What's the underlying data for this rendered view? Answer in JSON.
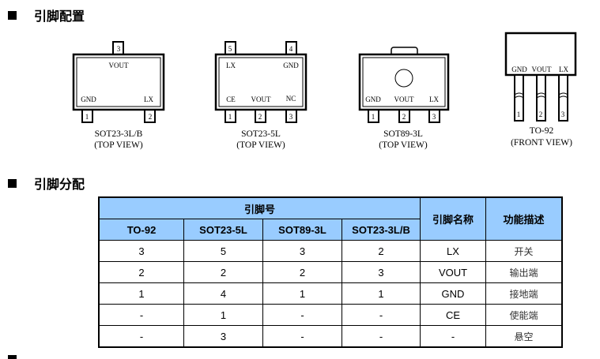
{
  "sections": {
    "pin_config": "引脚配置",
    "pin_assignment": "引脚分配"
  },
  "packages": {
    "sot23_3l": {
      "caption": "SOT23-3L/B",
      "view": "(TOP VIEW)",
      "labels": [
        "VOUT",
        "GND",
        "LX"
      ],
      "pins": [
        "3",
        "1",
        "2"
      ]
    },
    "sot23_5l": {
      "caption": "SOT23-5L",
      "view": "(TOP VIEW)",
      "labels": [
        "LX",
        "GND",
        "CE",
        "VOUT",
        "NC"
      ],
      "pins": [
        "5",
        "4",
        "1",
        "2",
        "3"
      ]
    },
    "sot89_3l": {
      "caption": "SOT89-3L",
      "view": "(TOP VIEW)",
      "labels": [
        "GND",
        "VOUT",
        "LX"
      ],
      "pins": [
        "1",
        "2",
        "3"
      ]
    },
    "to92": {
      "caption": "TO-92",
      "view": "(FRONT VIEW)",
      "labels": [
        "GND",
        "VOUT",
        "LX"
      ],
      "pins": [
        "1",
        "2",
        "3"
      ]
    }
  },
  "table": {
    "group_header": "引脚号",
    "headers": [
      "TO-92",
      "SOT23-5L",
      "SOT89-3L",
      "SOT23-3L/B"
    ],
    "name_header": "引脚名称",
    "func_header": "功能描述",
    "rows": [
      [
        "3",
        "5",
        "3",
        "2",
        "LX",
        "开关"
      ],
      [
        "2",
        "2",
        "2",
        "3",
        "VOUT",
        "输出端"
      ],
      [
        "1",
        "4",
        "1",
        "1",
        "GND",
        "接地端"
      ],
      [
        "-",
        "1",
        "-",
        "-",
        "CE",
        "使能端"
      ],
      [
        "-",
        "3",
        "-",
        "-",
        "-",
        "悬空"
      ]
    ]
  }
}
